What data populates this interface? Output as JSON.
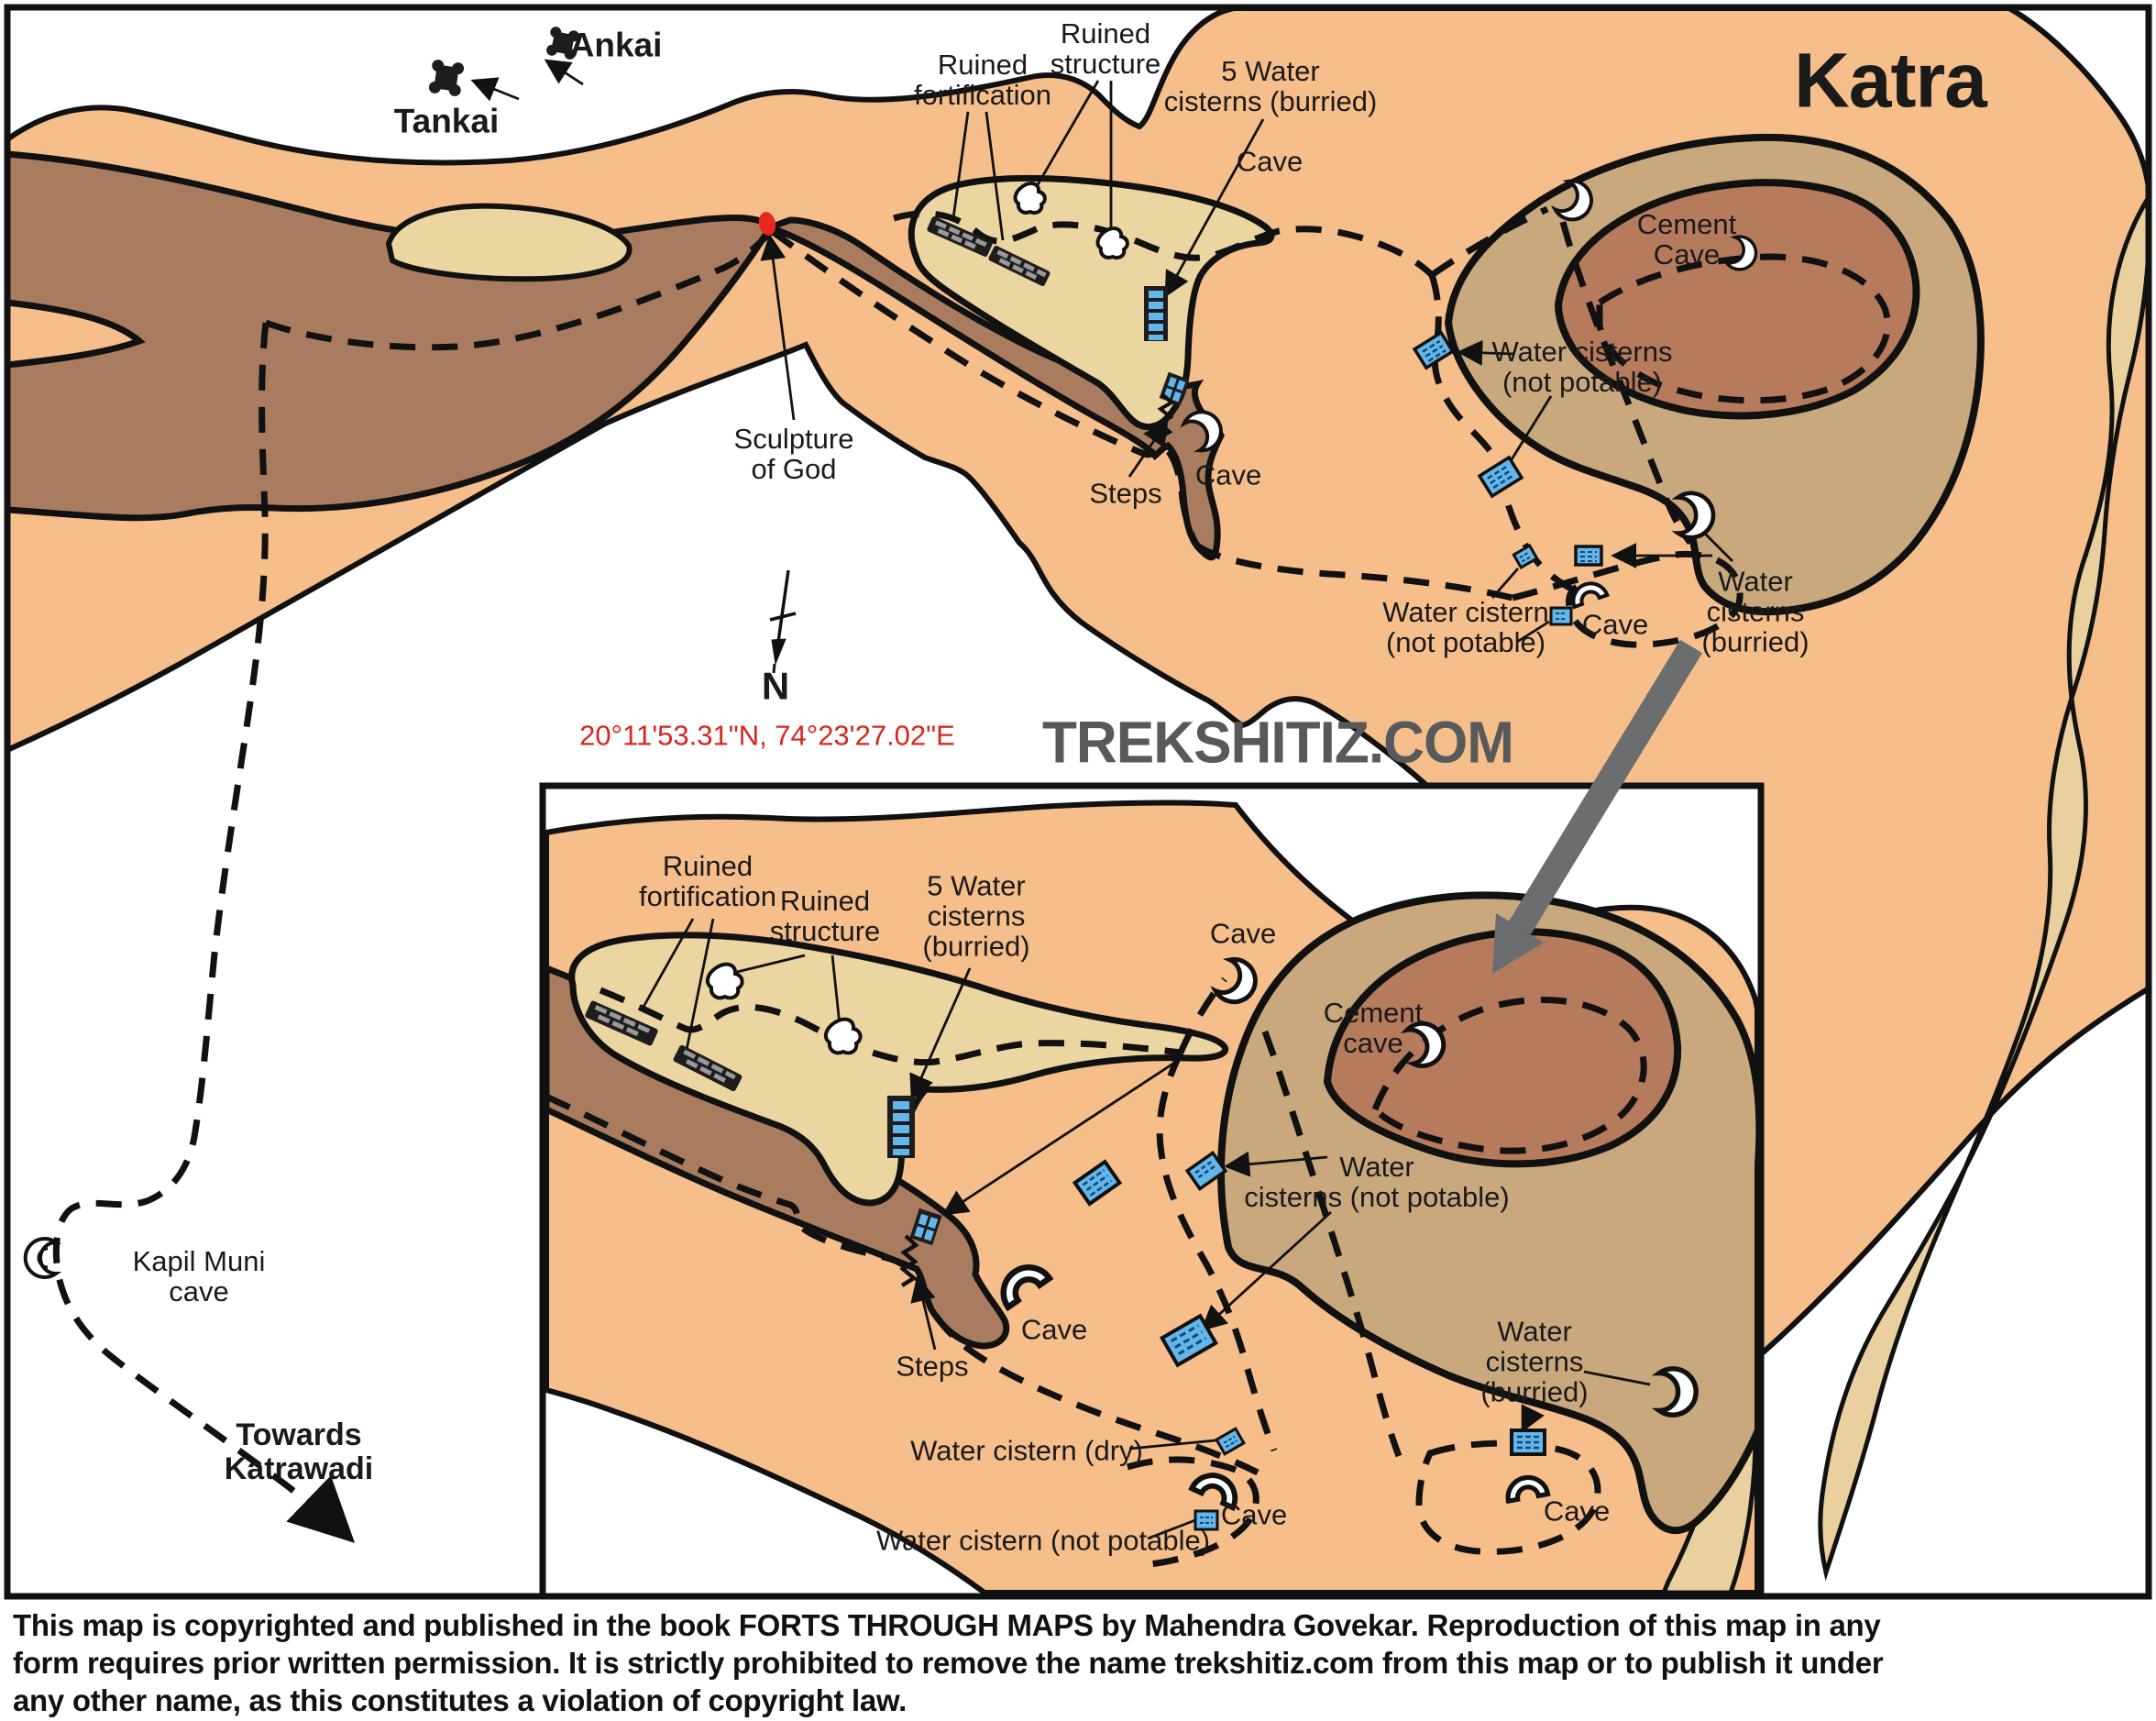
{
  "header": {
    "title": "Katra",
    "watermark": "TREKSHITIZ.COM"
  },
  "compass": {
    "north_label": "N",
    "coordinates": "20°11'53.31\"N, 74°23'27.02\"E"
  },
  "nearby_forts": {
    "ankai": "Ankai",
    "tankai": "Tankai"
  },
  "main_map": {
    "labels": {
      "ruined_fortification": "Ruined\nfortification",
      "ruined_structure": "Ruined\nstructure",
      "five_water_cisterns": "5 Water\ncisterns (burried)",
      "cave_top": "Cave",
      "cement_cave": "Cement\nCave",
      "water_cisterns_not_potable": "Water cisterns\n(not potable)",
      "sculpture_of_god": "Sculpture\nof God",
      "steps": "Steps",
      "cave_steps": "Cave",
      "water_cistern_not_potable": "Water cistern\n(not potable)",
      "cave_lower": "Cave",
      "water_cisterns_burried": "Water\ncisterns\n(burried)"
    }
  },
  "inset_map": {
    "labels": {
      "ruined_fortification": "Ruined\nfortification",
      "ruined_structure": "Ruined\nstructure",
      "five_water_cisterns": "5 Water\ncisterns\n(burried)",
      "cave_top": "Cave",
      "cement_cave": "Cement\ncave",
      "water_cisterns_not_potable": "Water\ncisterns (not potable)",
      "steps": "Steps",
      "cave_steps": "Cave",
      "water_cisterns_burried": "Water\ncisterns\n(burried)",
      "water_cistern_dry": "Water cistern (dry)",
      "water_cistern_not_potable": "Water cistern (not potable)",
      "cave_bottom": "Cave",
      "cave_loop": "Cave"
    }
  },
  "routes": {
    "kapil_muni_cave": "Kapil Muni\ncave",
    "towards_katrawadi": "Towards\nKatrawadi"
  },
  "footer": {
    "copyright": "This map is copyrighted and published in the book FORTS THROUGH MAPS by Mahendra Govekar. Reproduction of this map in any\nform requires prior written permission. It is strictly prohibited to remove the name trekshitiz.com from this map or to publish it under\nany other name, as this constitutes a violation of copyright law."
  },
  "colors": {
    "land_orange": "#F5BE8B",
    "ridge_brown": "#A97C60",
    "plateau_khaki": "#EBD6A2",
    "hill_tan": "#C9A87E",
    "hill_inner_brown": "#B67A5C",
    "right_strip_khaki": "#E9D09E",
    "cistern_blue": "#64B5E9",
    "accent_red": "#DB2B1F",
    "watermark_gray": "#58595B",
    "arrow_gray": "#6B6D6F"
  }
}
